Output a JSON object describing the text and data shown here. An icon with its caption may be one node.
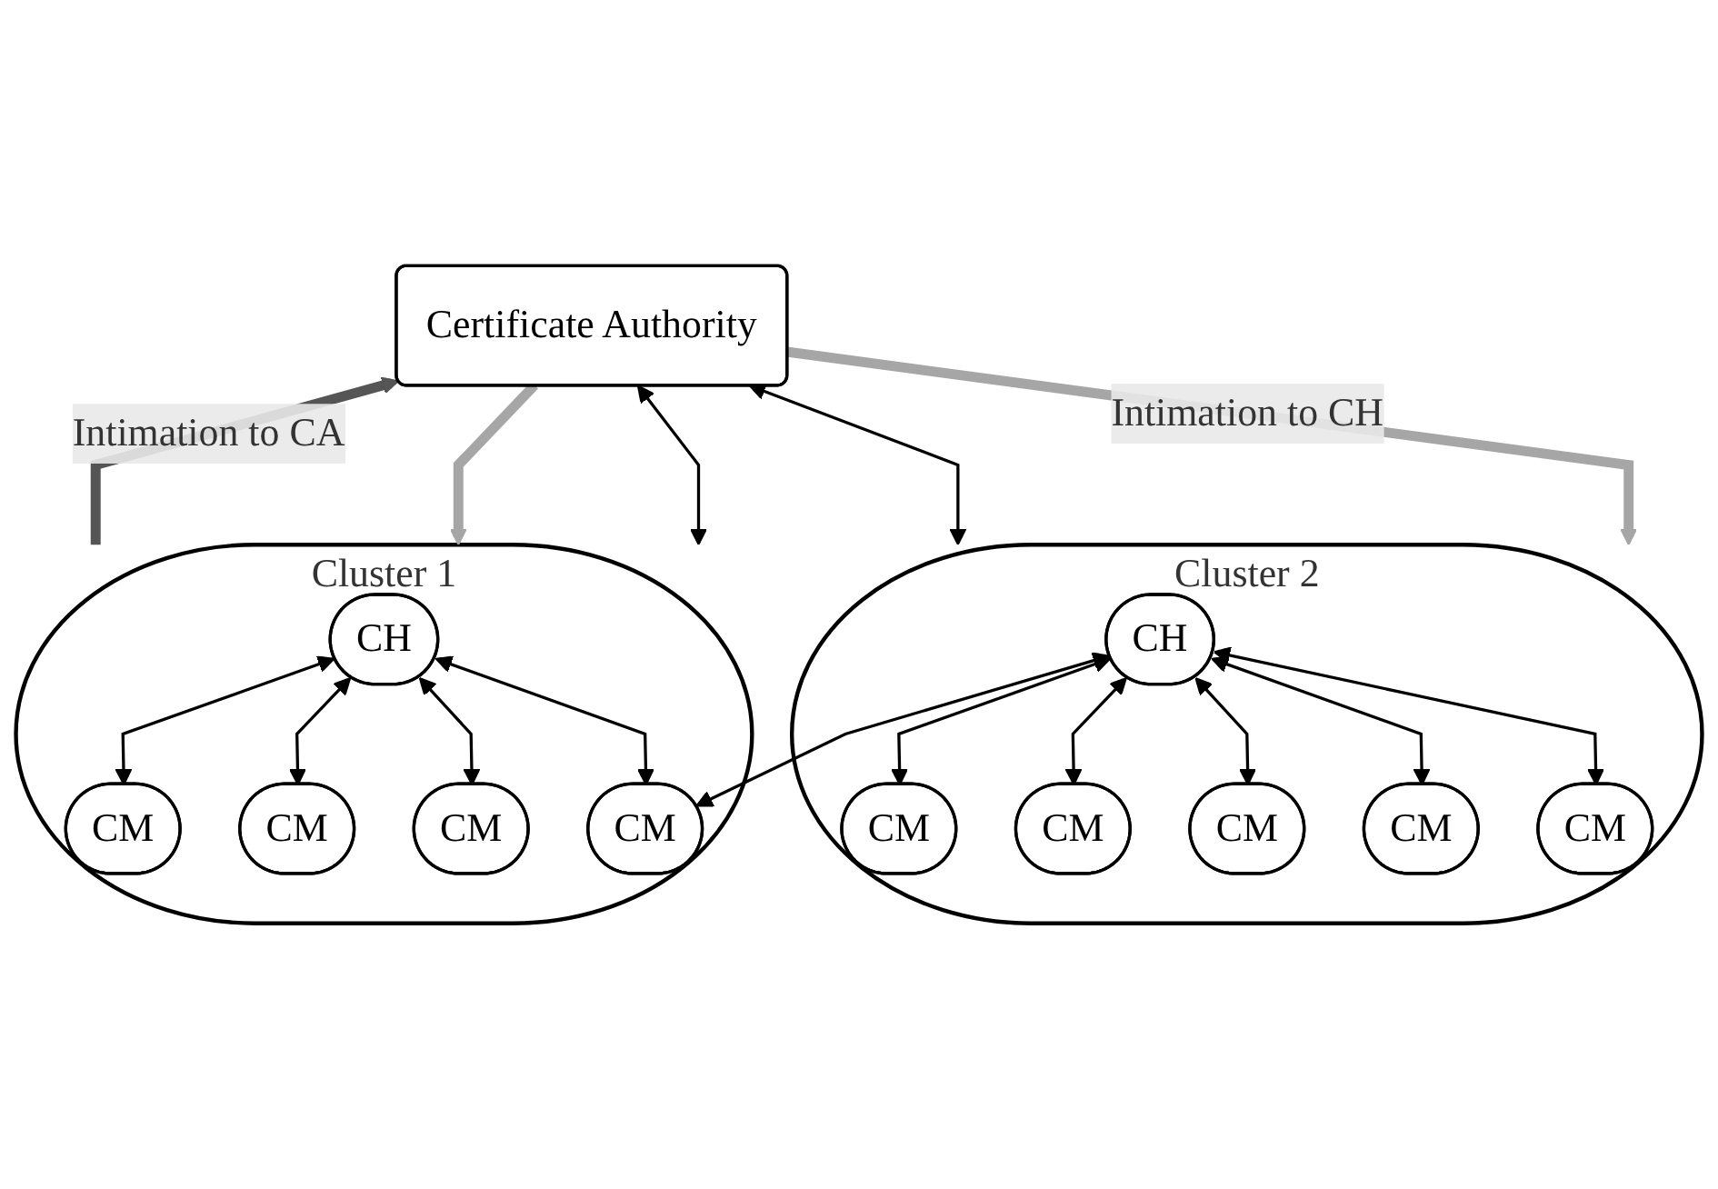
{
  "diagram": {
    "nodes": [
      {
        "text": [
          "Certificate Authority"
        ]
      },
      {
        "text": [
          "Cluster 1"
        ]
      },
      {
        "text": [
          "CH"
        ],
        "in": 1
      },
      {
        "text": [
          "CM"
        ],
        "in": 1
      },
      {
        "text": [
          "CM"
        ],
        "in": 1
      },
      {
        "text": [
          "CM"
        ],
        "in": 1
      },
      {
        "text": [
          "CM"
        ],
        "in": 1
      },
      {
        "text": [
          "Cluster 2"
        ]
      },
      {
        "text": [
          "CH"
        ],
        "in": 7
      },
      {
        "text": [
          "CM"
        ],
        "in": 7
      },
      {
        "text": [
          "CM"
        ],
        "in": 7
      },
      {
        "text": [
          "CM"
        ],
        "in": 7
      },
      {
        "text": [
          "CM"
        ],
        "in": 7
      },
      {
        "text": [
          "CM"
        ],
        "in": 7
      }
    ],
    "edges": [
      {
        "from": 1,
        "to": 0,
        "arrow": "to",
        "label": "Intimation to CA",
        "style": "thick",
        "color": "#555555"
      },
      {
        "from": 0,
        "to": 1,
        "arrow": "both"
      },
      {
        "from": 0,
        "to": 1,
        "arrow": "to",
        "style": "thick",
        "color": "#a6a6a6"
      },
      {
        "from": 0,
        "to": 7,
        "arrow": "to",
        "label": "Intimation to CH",
        "style": "thick",
        "color": "#a6a6a6"
      },
      {
        "from": 0,
        "to": 7,
        "arrow": "both"
      },
      {
        "from": 2,
        "to": 3,
        "arrow": "both"
      },
      {
        "from": 2,
        "to": 4,
        "arrow": "both"
      },
      {
        "from": 2,
        "to": 5,
        "arrow": "both"
      },
      {
        "from": 2,
        "to": 6,
        "arrow": "both"
      },
      {
        "from": 8,
        "to": 6,
        "arrow": "both"
      },
      {
        "from": 8,
        "to": 9,
        "arrow": "both"
      },
      {
        "from": 8,
        "to": 10,
        "arrow": "both"
      },
      {
        "from": 8,
        "to": 11,
        "arrow": "both"
      },
      {
        "from": 8,
        "to": 12,
        "arrow": "both"
      },
      {
        "from": 8,
        "to": 13,
        "arrow": "both"
      }
    ]
  }
}
